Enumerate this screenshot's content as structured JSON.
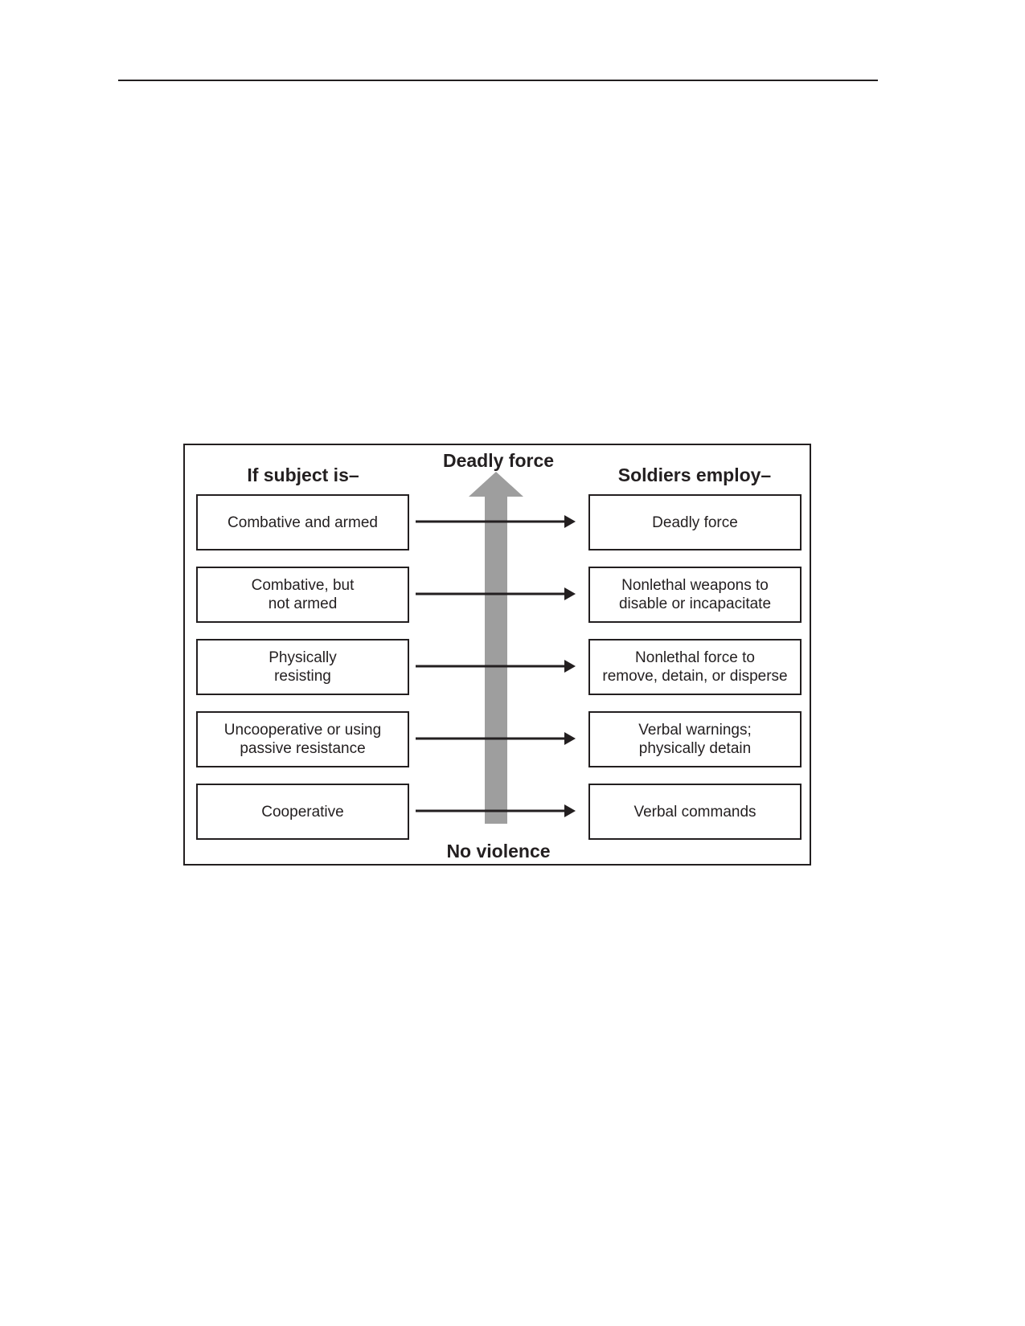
{
  "diagram": {
    "left_heading": "If subject is–",
    "right_heading": "Soldiers employ–",
    "scale_top_label": "Deadly force",
    "scale_bottom_label": "No violence",
    "scale_color": "#9e9e9e",
    "rows": [
      {
        "subject": "Combative and armed",
        "response": "Deadly force"
      },
      {
        "subject": "Combative, but\nnot armed",
        "response": "Nonlethal weapons to\ndisable or incapacitate"
      },
      {
        "subject": "Physically\nresisting",
        "response": "Nonlethal force to\nremove, detain, or disperse"
      },
      {
        "subject": "Uncooperative or using\npassive resistance",
        "response": "Verbal warnings;\nphysically detain"
      },
      {
        "subject": "Cooperative",
        "response": "Verbal commands"
      }
    ]
  }
}
